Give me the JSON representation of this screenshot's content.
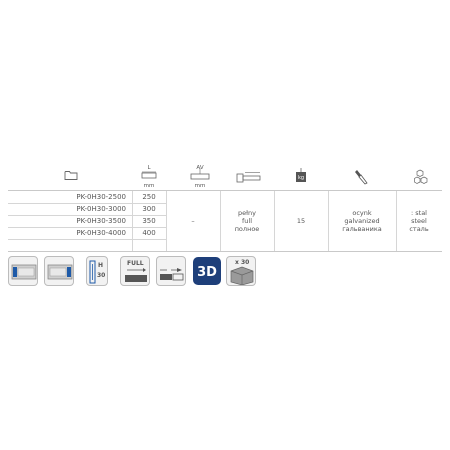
{
  "table": {
    "units": {
      "length": "mm",
      "av": "mm"
    },
    "header_letters": {
      "length": "L",
      "av": "AV",
      "weight": "kg"
    },
    "rows": [
      {
        "code": "PK-0H30-2500",
        "length": "250"
      },
      {
        "code": "PK-0H30-3000",
        "length": "300"
      },
      {
        "code": "PK-0H30-3500",
        "length": "350"
      },
      {
        "code": "PK-0H30-4000",
        "length": "400"
      }
    ],
    "shared": {
      "av": "–",
      "extension": [
        "pełny",
        "full",
        "полное"
      ],
      "load": "15",
      "finish": [
        "ocynk",
        "galvanized",
        "гальваника"
      ],
      "material": [
        ": stal",
        "steel",
        "сталь"
      ]
    }
  },
  "feature_icons": {
    "height_letter": "H",
    "height_value": "30",
    "full_label": "FULL",
    "three_d_label": "3D",
    "pack_label": "x 30"
  },
  "colors": {
    "accent": "#1e5aa8",
    "text": "#555555",
    "line": "#d6d6d6"
  }
}
